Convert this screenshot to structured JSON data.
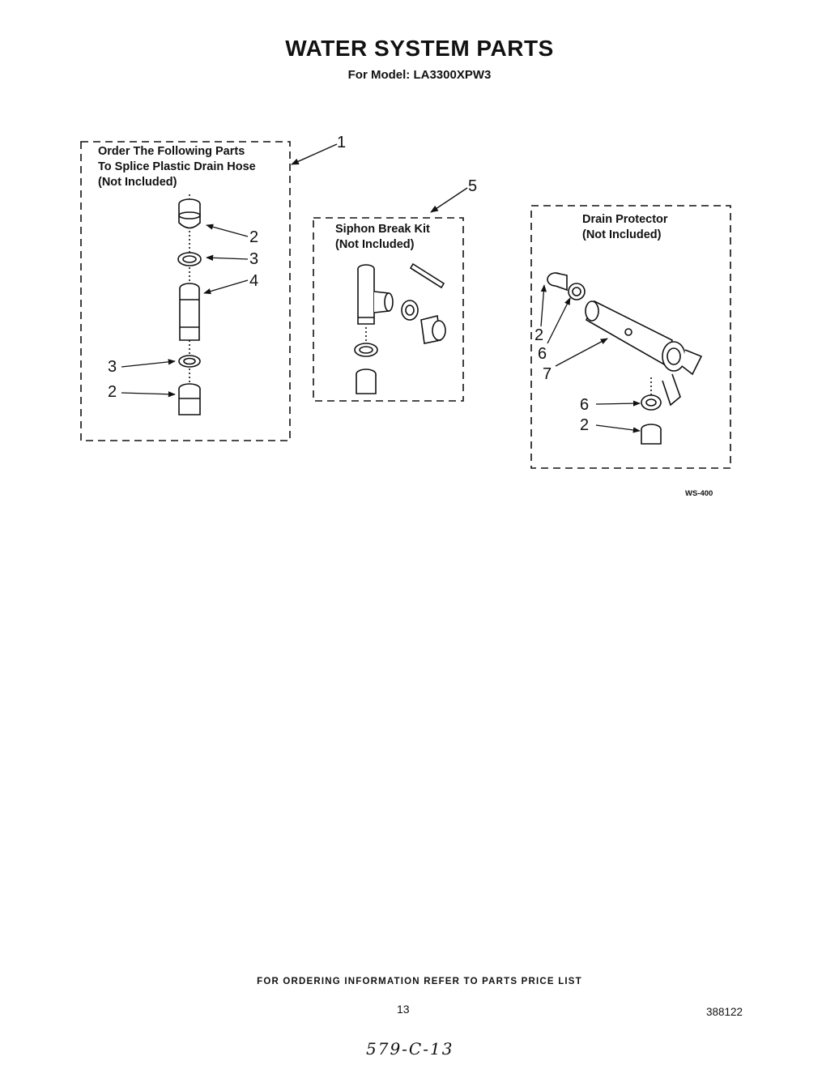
{
  "header": {
    "title": "WATER SYSTEM PARTS",
    "subtitle": "For Model: LA3300XPW3"
  },
  "groups": {
    "splice_kit": {
      "label_lines": [
        "Order The Following Parts",
        "To Splice Plastic Drain Hose",
        "(Not Included)"
      ],
      "callout": "1"
    },
    "siphon_break": {
      "label_lines": [
        "Siphon Break Kit",
        "(Not Included)"
      ],
      "callout": "5"
    },
    "drain_protector": {
      "label_lines": [
        "Drain Protector",
        "(Not Included)"
      ]
    }
  },
  "callouts": {
    "splice_top_2": "2",
    "splice_top_3": "3",
    "splice_4": "4",
    "splice_bottom_3": "3",
    "splice_bottom_2": "2",
    "drain_top_2": "2",
    "drain_top_6": "6",
    "drain_7": "7",
    "drain_bottom_6": "6",
    "drain_bottom_2": "2"
  },
  "figure_ref": "WS-400",
  "footer": {
    "ordering_note": "FOR ORDERING INFORMATION REFER TO PARTS PRICE LIST",
    "page_number": "13",
    "document_number": "388122",
    "handwritten_note": "579-C-13"
  }
}
